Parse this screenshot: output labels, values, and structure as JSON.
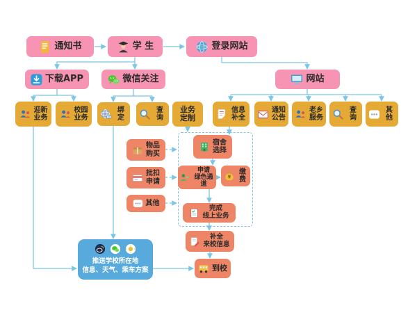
{
  "colors": {
    "node_pink": "#f793b3",
    "node_gold": "#e5a936",
    "node_orange": "#ee8566",
    "panel_blue": "#58aadc",
    "connector": "#7cc5e3",
    "text_dark": "#2b2b2b",
    "text_light": "#ffffff"
  },
  "nodes": {
    "notice": {
      "label": "通知书",
      "icon": "document-icon"
    },
    "student": {
      "label": "学 生",
      "icon": "student-icon"
    },
    "login": {
      "label": "登录网站",
      "icon": "globe-icon"
    },
    "download_app": {
      "label": "下载APP",
      "icon": "download-icon"
    },
    "wechat_follow": {
      "label": "微信关注",
      "icon": "wechat-icon"
    },
    "website": {
      "label": "网站",
      "icon": "monitor-icon"
    },
    "welcome_biz": {
      "label": "迎新\n业务",
      "icon": "people-icon"
    },
    "campus_biz": {
      "label": "校园\n业务",
      "icon": "people-icon"
    },
    "bind": {
      "label": "绑定",
      "icon": "bind-globe-icon"
    },
    "wechat_query": {
      "label": "查询",
      "icon": "search-icon"
    },
    "biz_custom": {
      "label": "业务\n定制"
    },
    "info_complete": {
      "label": "信息\n补全",
      "icon": "form-pencil-icon"
    },
    "announcement": {
      "label": "通知\n公告",
      "icon": "envelope-icon"
    },
    "fellow_service": {
      "label": "老乡\n服务",
      "icon": "people-icon"
    },
    "website_query": {
      "label": "查询",
      "icon": "search-icon"
    },
    "website_other": {
      "label": "其他",
      "icon": "more-dots-icon"
    },
    "item_purchase": {
      "label": "物品\n购买",
      "icon": "package-icon"
    },
    "batch_deduction": {
      "label": "批扣\n申请",
      "icon": "card-icon"
    },
    "side_other": {
      "label": "其他",
      "icon": "more-dots-icon"
    },
    "dorm_selection": {
      "label": "宿舍\n选择",
      "icon": "building-icon"
    },
    "green_channel": {
      "label": "申请\n绿色通道",
      "icon": "green-person-icon"
    },
    "payment": {
      "label": "缴费",
      "icon": "moneybag-icon"
    },
    "finish_online": {
      "label": "完成\n线上业务",
      "icon": "checklist-icon"
    },
    "fill_arrival": {
      "label": "补全\n来校信息",
      "icon": "pencil-paper-icon"
    },
    "arrive_school": {
      "label": "到校",
      "icon": "bus-icon"
    },
    "push_panel": {
      "label": "推送学校所在地\n信息、天气、乘车方案",
      "icons": [
        "weibo-icon",
        "wechat-icon",
        "weather-icon"
      ]
    }
  }
}
